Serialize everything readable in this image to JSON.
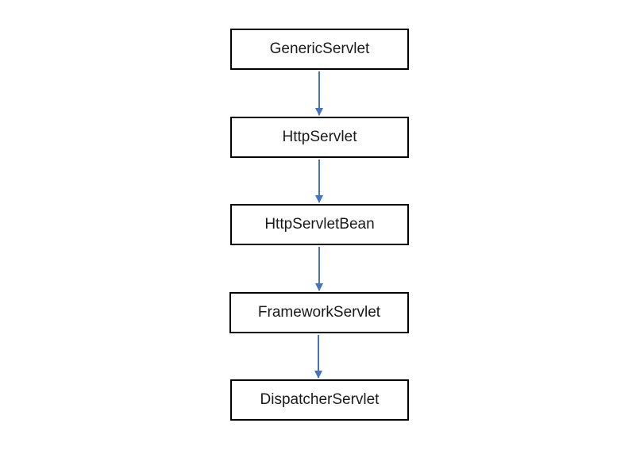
{
  "diagram": {
    "nodes": [
      {
        "label": "GenericServlet"
      },
      {
        "label": "HttpServlet"
      },
      {
        "label": "HttpServletBean"
      },
      {
        "label": "FrameworkServlet"
      },
      {
        "label": "DispatcherServlet"
      }
    ],
    "edges": [
      {
        "from": 0,
        "to": 1
      },
      {
        "from": 1,
        "to": 2
      },
      {
        "from": 2,
        "to": 3
      },
      {
        "from": 3,
        "to": 4
      }
    ],
    "colors": {
      "box_border": "#000000",
      "arrow": "#4472C4",
      "text": "#1a1a1a"
    }
  }
}
